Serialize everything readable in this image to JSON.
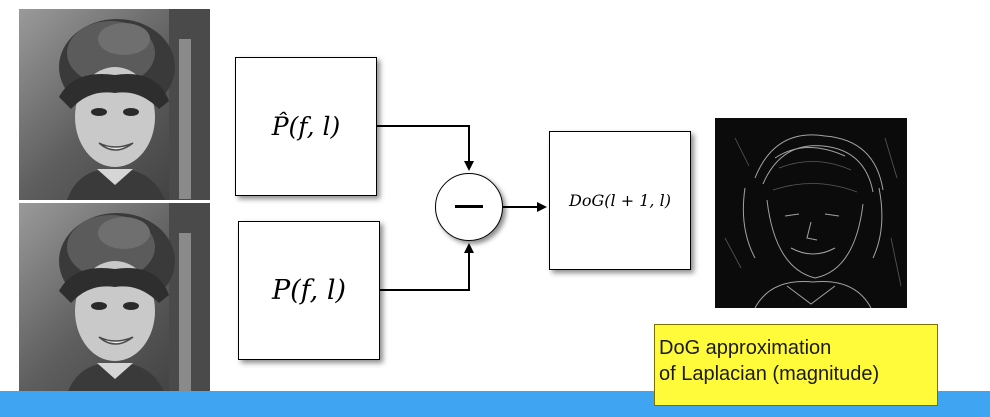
{
  "diagram": {
    "box_top": "P̂(f, l)",
    "box_bottom": "P(f, l)",
    "box_result": "DoG(l + 1, l)",
    "operator_symbol": "minus",
    "note_line1": "DoG approximation",
    "note_line2": "of Laplacian (magnitude)"
  },
  "colors": {
    "note_background": "#fffb3b",
    "footer_bar": "#3fa5f2"
  }
}
